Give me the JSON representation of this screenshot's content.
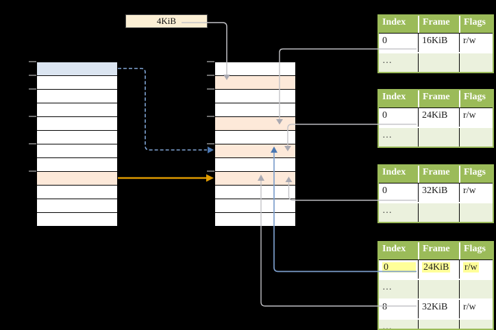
{
  "size_label": "4KiB",
  "left_page_table": {
    "rows": [
      "blue",
      "white",
      "white",
      "white",
      "white",
      "white",
      "white",
      "white",
      "orange",
      "white",
      "white",
      "white"
    ],
    "tick_row_offsets": [
      0,
      20,
      40,
      80,
      120,
      160
    ]
  },
  "second_level_page_table": {
    "rows": [
      "white",
      "orange",
      "white",
      "white",
      "orange",
      "white",
      "orange",
      "white",
      "orange",
      "white",
      "white",
      "white"
    ],
    "tick_row_offsets": [
      0,
      20,
      40,
      80,
      120,
      160
    ]
  },
  "frame_tables": [
    {
      "headers": [
        "Index",
        "Frame",
        "Flags"
      ],
      "rows": [
        [
          "0",
          "16KiB",
          "r/w"
        ],
        [
          "…",
          "",
          ""
        ]
      ]
    },
    {
      "headers": [
        "Index",
        "Frame",
        "Flags"
      ],
      "rows": [
        [
          "0",
          "24KiB",
          "r/w"
        ],
        [
          "…",
          "",
          ""
        ]
      ]
    },
    {
      "headers": [
        "Index",
        "Frame",
        "Flags"
      ],
      "rows": [
        [
          "0",
          "32KiB",
          "r/w"
        ],
        [
          "…",
          "",
          ""
        ]
      ]
    },
    {
      "headers": [
        "Index",
        "Frame",
        "Flags"
      ],
      "rows": [
        [
          "0",
          "24KiB",
          "r/w"
        ],
        [
          "…",
          "",
          ""
        ],
        [
          "8",
          "32KiB",
          "r/w"
        ],
        [
          "…",
          "",
          ""
        ]
      ],
      "highlighted_row": 0
    }
  ],
  "colors": {
    "table_header_green": "#9bbb59",
    "table_row_light_green": "#ebf1dd",
    "highlight_yellow": "#ffff99",
    "page_cell_blue": "#dbe5f1",
    "page_cell_orange": "#fde9d9",
    "size_label_cream": "#fcefd4",
    "connector_gray": "#c3c3c7",
    "connector_blue": "#7d9fcd",
    "dashed_arrow_blue": "#82a7d8",
    "arrow_orange": "#e19c00"
  }
}
